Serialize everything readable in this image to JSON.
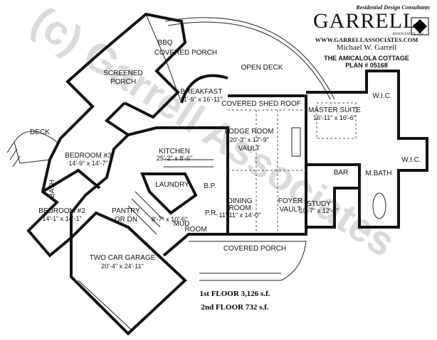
{
  "header": {
    "tagline": "Residential Design Consultants",
    "logo": "GARRELL",
    "logo_sub": "ASSOCIATES, INC",
    "website": "WWW.GARRELLASSOCIATES.COM",
    "designer": "Michael  W.  Garrell",
    "plan_name": "THE AMICALOLA COTTAGE",
    "plan_number": "PLAN # 05168"
  },
  "watermark": "(c) Garrell Associates",
  "rooms": {
    "bbq": "BBQ",
    "covered_porch_rear": "COVERED PORCH",
    "open_deck": "OPEN DECK",
    "screened_porch_1": "SCREENED",
    "screened_porch_2": "PORCH",
    "breakfast": "BREAKFAST",
    "breakfast_dim": "11'-9\" x 16'-11\"",
    "covered_shed_roof": "COVERED SHED ROOF",
    "master_suite": "MASTER SUITE",
    "master_suite_dim": "16'-11\" x 16'-6\"",
    "wic_1": "W.I.C.",
    "wic_2": "W.I.C.",
    "deck": "DECK",
    "bedroom3": "BEDROOM #3",
    "bedroom3_dim": "14'-9\" x 14'-7\"",
    "kitchen": "KITCHEN",
    "kitchen_dim": "25'-2\" x 8'-6\"",
    "lodge_room": "LODGE ROOM",
    "lodge_room_dim": "20'-3\" x 17'-9\"",
    "lodge_room_note": "VAULT",
    "bar": "BAR",
    "m_bath": "M.BATH",
    "bath": "BATH",
    "laundry": "LAUNDRY",
    "bp": "B.P.",
    "dining_room_1": "DINING",
    "dining_room_2": "ROOM",
    "dining_room_dim": "11'-11\" x 14'-0\"",
    "foyer": "FOYER",
    "foyer_note": "VAULT",
    "study": "STUDY",
    "study_dim": "10'-7\" x 12'-0\"",
    "bedroom2": "BEDROOM #2",
    "bedroom2_dim": "14'-1\" x 14'-1\"",
    "pantry": "PANTRY",
    "pantry_note": "OR DN",
    "pr": "P.R.",
    "mud_room_dim": "8'-7\" x 10'-6\"",
    "mud_room_1": "MUD",
    "mud_room_2": "ROOM",
    "garage": "TWO CAR GARAGE",
    "garage_dim": "20'-4\" x 24'-11\"",
    "covered_porch_front": "COVERED PORCH"
  },
  "areas": {
    "first_floor": "1st FLOOR  3,126 s.f.",
    "second_floor": "2nd FLOOR  732 s.f."
  }
}
